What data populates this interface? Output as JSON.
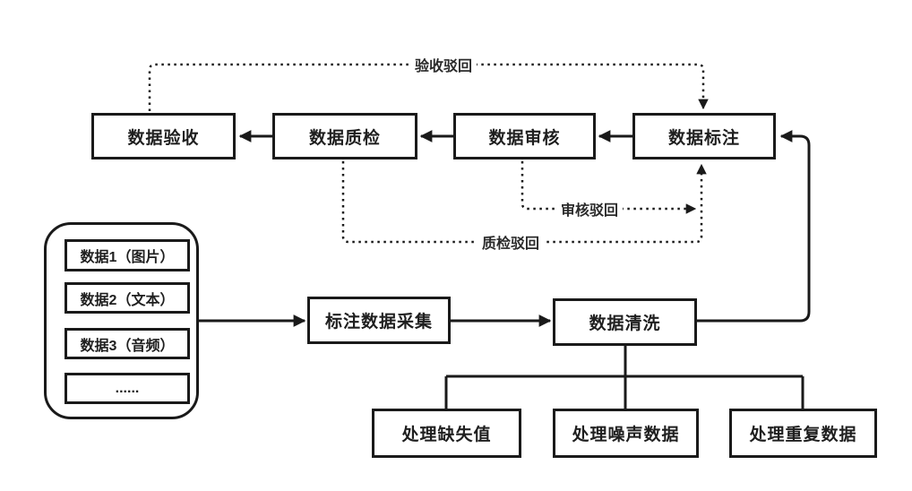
{
  "diagram": {
    "title": "data-annotation-workflow-flowchart",
    "top_row": {
      "acceptance": "数据验收",
      "quality_check": "数据质检",
      "review": "数据审核",
      "annotation": "数据标注"
    },
    "feedback_labels": {
      "acceptance_reject": "验收驳回",
      "review_reject": "审核驳回",
      "quality_reject": "质检驳回"
    },
    "data_sources": [
      "数据1（图片）",
      "数据2（文本）",
      "数据3（音频）",
      "......"
    ],
    "middle_row": {
      "collection": "标注数据采集",
      "cleaning": "数据清洗"
    },
    "cleaning_steps": [
      "处理缺失值",
      "处理噪声数据",
      "处理重复数据"
    ],
    "colors": {
      "line": "#1a1a1a",
      "box_fill": "#ffffff",
      "background": "#ffffff",
      "text": "#1f1f1f"
    }
  }
}
